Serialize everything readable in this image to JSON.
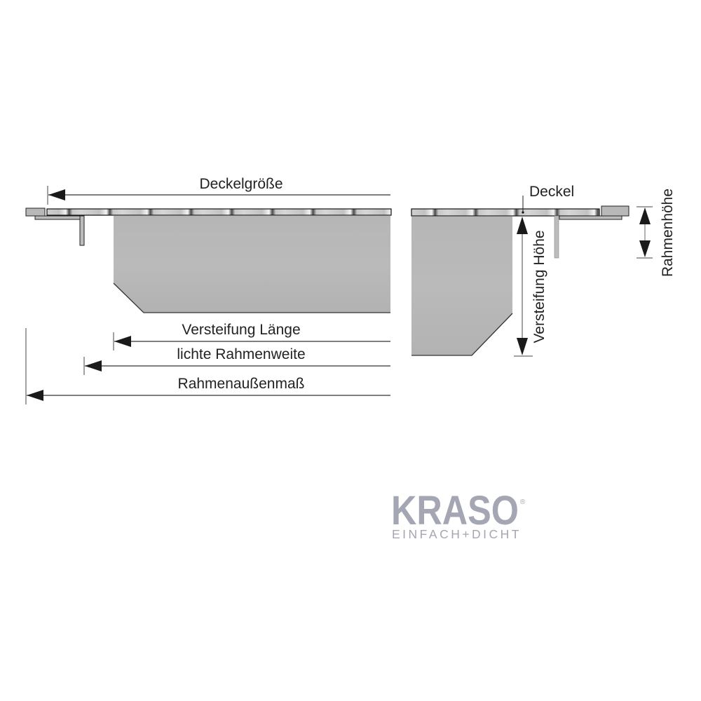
{
  "labels": {
    "lid_size": "Deckelgröße",
    "lid": "Deckel",
    "frame_height": "Rahmenhöhe",
    "stiffener_height": "Versteifung Höhe",
    "stiffener_length": "Versteifung Länge",
    "clear_frame_width": "lichte Rahmenweite",
    "frame_outer_dimension": "Rahmenaußenmaß"
  },
  "logo": {
    "brand": "KRASO",
    "registered": "®",
    "tagline": "EINFACH+DICHT"
  },
  "colors": {
    "logo": "#a4a6b3",
    "part_gray": "#b8b8b8",
    "stiffener_gray": "#b4b4b4",
    "line": "#222222"
  }
}
